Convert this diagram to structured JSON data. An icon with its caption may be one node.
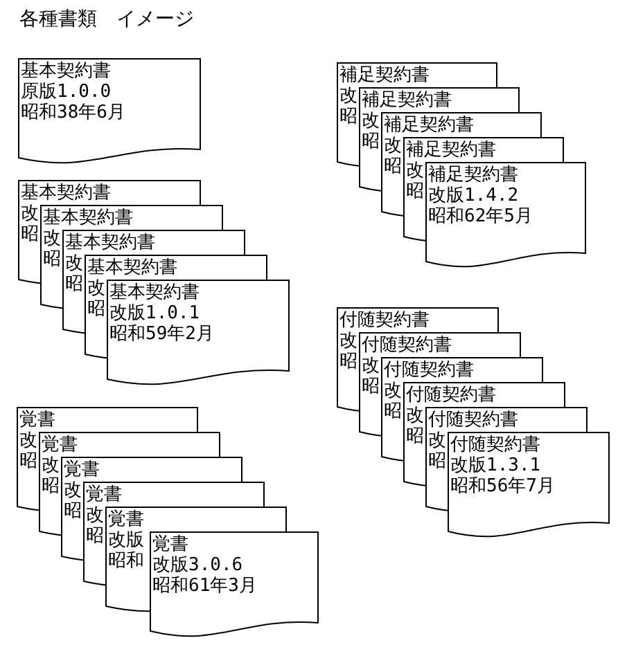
{
  "diagram": {
    "title": "各種書類　イメージ",
    "nodes": [
      {
        "text": [
          "基本契約書",
          "原版1.0.0",
          "昭和38年6月"
        ]
      },
      {
        "text": [
          "補足契約書",
          "改",
          "昭"
        ]
      },
      {
        "text": [
          "補足契約書",
          "改",
          "昭"
        ]
      },
      {
        "text": [
          "補足契約書",
          "改",
          "昭"
        ]
      },
      {
        "text": [
          "補足契約書",
          "改",
          "昭"
        ]
      },
      {
        "text": [
          "補足契約書",
          "改版1.4.2",
          "昭和62年5月"
        ]
      },
      {
        "text": [
          "基本契約書",
          "改",
          "昭"
        ]
      },
      {
        "text": [
          "基本契約書",
          "改",
          "昭"
        ]
      },
      {
        "text": [
          "基本契約書",
          "改",
          "昭"
        ]
      },
      {
        "text": [
          "基本契約書",
          "改",
          "昭"
        ]
      },
      {
        "text": [
          "基本契約書",
          "改版1.0.1",
          "昭和59年2月"
        ]
      },
      {
        "text": [
          "付随契約書",
          "改",
          "昭"
        ]
      },
      {
        "text": [
          "付随契約書",
          "改",
          "昭"
        ]
      },
      {
        "text": [
          "付随契約書",
          "改",
          "昭"
        ]
      },
      {
        "text": [
          "付随契約書",
          "改",
          "昭"
        ]
      },
      {
        "text": [
          "付随契約書",
          "改",
          "昭"
        ]
      },
      {
        "text": [
          "付随契約書",
          "改版1.3.1",
          "昭和56年7月"
        ]
      },
      {
        "text": [
          "覚書",
          "改",
          "昭"
        ]
      },
      {
        "text": [
          "覚書",
          "改",
          "昭"
        ]
      },
      {
        "text": [
          "覚書",
          "改",
          "昭"
        ]
      },
      {
        "text": [
          "覚書",
          "改",
          "昭"
        ]
      },
      {
        "text": [
          "覚書",
          "改版",
          "昭和"
        ]
      },
      {
        "text": [
          "覚書",
          "改版3.0.6",
          "昭和61年3月"
        ]
      }
    ]
  }
}
